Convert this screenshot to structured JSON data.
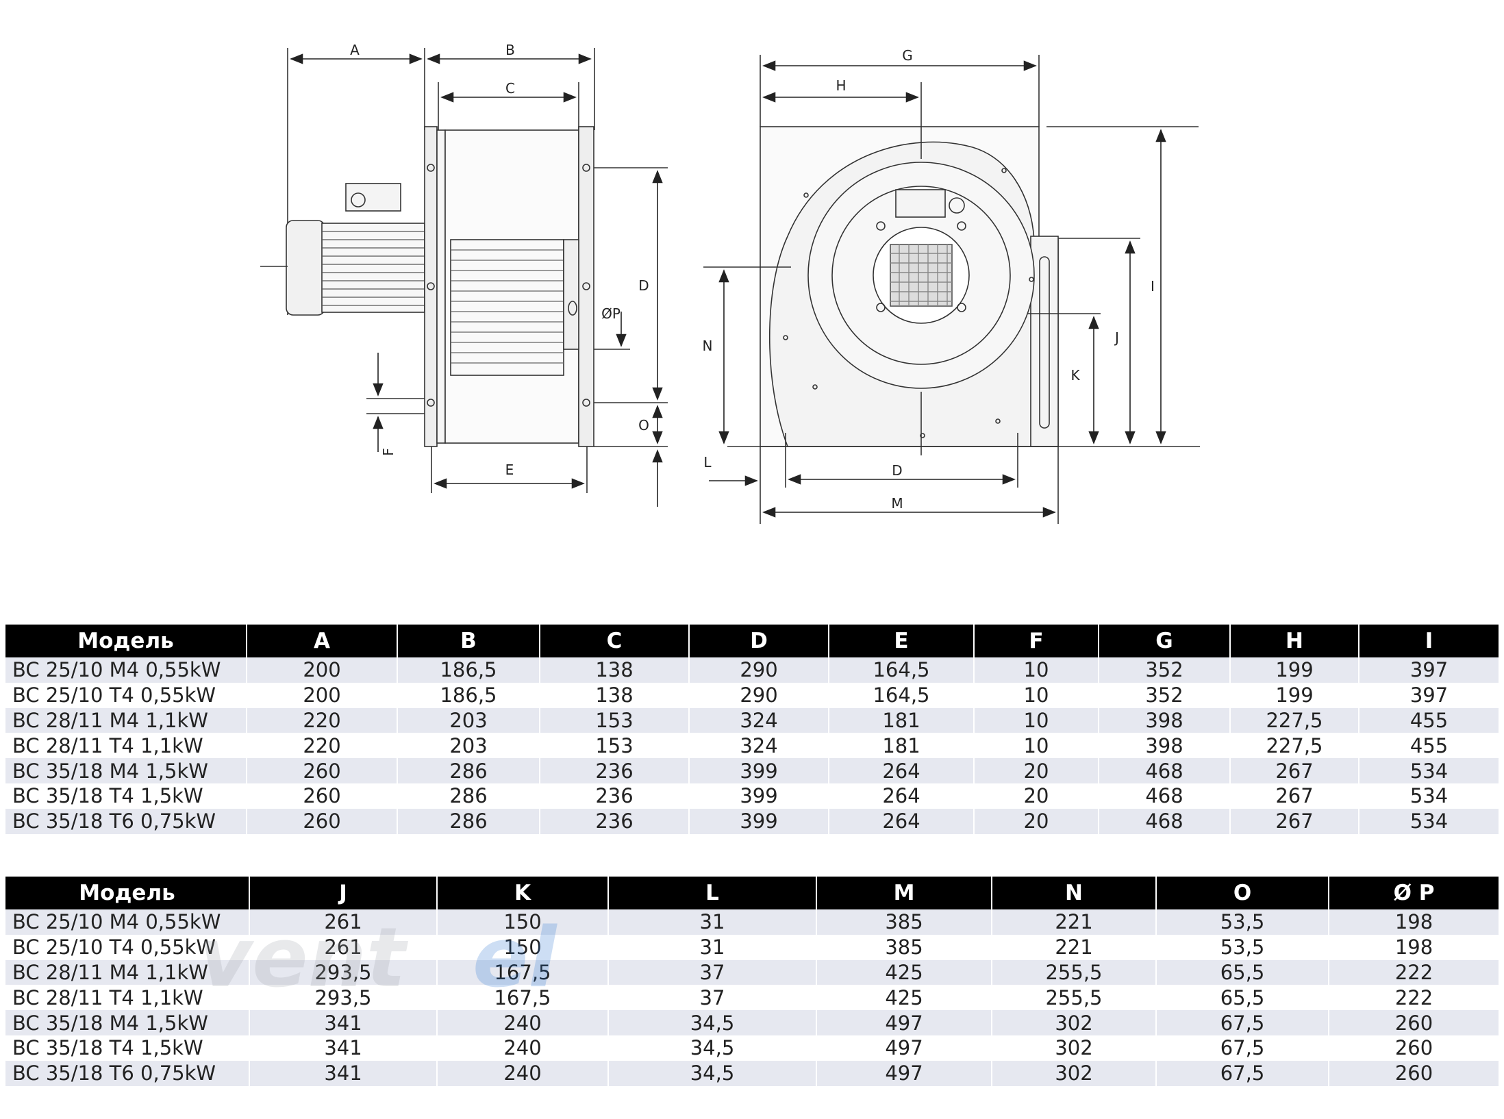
{
  "drawing": {
    "side_view_labels": [
      "A",
      "B",
      "C",
      "D",
      "ØP",
      "O",
      "F",
      "E"
    ],
    "front_view_labels": [
      "G",
      "H",
      "I",
      "J",
      "K",
      "N",
      "L",
      "D",
      "M"
    ]
  },
  "watermark": {
    "text_dark": "vent",
    "text_blue": "el",
    "blue": "#1f6fd1",
    "gray": "#9aa0a8"
  },
  "table1": {
    "headers": [
      "Модель",
      "A",
      "B",
      "C",
      "D",
      "E",
      "F",
      "G",
      "H",
      "I"
    ],
    "rows": [
      [
        "BC 25/10 M4 0,55kW",
        "200",
        "186,5",
        "138",
        "290",
        "164,5",
        "10",
        "352",
        "199",
        "397"
      ],
      [
        "BC 25/10 T4 0,55kW",
        "200",
        "186,5",
        "138",
        "290",
        "164,5",
        "10",
        "352",
        "199",
        "397"
      ],
      [
        "BC 28/11 M4 1,1kW",
        "220",
        "203",
        "153",
        "324",
        "181",
        "10",
        "398",
        "227,5",
        "455"
      ],
      [
        "BC 28/11 T4 1,1kW",
        "220",
        "203",
        "153",
        "324",
        "181",
        "10",
        "398",
        "227,5",
        "455"
      ],
      [
        "BC 35/18 M4 1,5kW",
        "260",
        "286",
        "236",
        "399",
        "264",
        "20",
        "468",
        "267",
        "534"
      ],
      [
        "BC 35/18 T4 1,5kW",
        "260",
        "286",
        "236",
        "399",
        "264",
        "20",
        "468",
        "267",
        "534"
      ],
      [
        "BC 35/18 T6 0,75kW",
        "260",
        "286",
        "236",
        "399",
        "264",
        "20",
        "468",
        "267",
        "534"
      ]
    ]
  },
  "table2": {
    "headers": [
      "Модель",
      "J",
      "K",
      "L",
      "M",
      "N",
      "O",
      "Ø P"
    ],
    "rows": [
      [
        "BC 25/10 M4 0,55kW",
        "261",
        "150",
        "31",
        "385",
        "221",
        "53,5",
        "198"
      ],
      [
        "BC 25/10 T4 0,55kW",
        "261",
        "150",
        "31",
        "385",
        "221",
        "53,5",
        "198"
      ],
      [
        "BC 28/11 M4 1,1kW",
        "293,5",
        "167,5",
        "37",
        "425",
        "255,5",
        "65,5",
        "222"
      ],
      [
        "BC 28/11 T4 1,1kW",
        "293,5",
        "167,5",
        "37",
        "425",
        "255,5",
        "65,5",
        "222"
      ],
      [
        "BC 35/18 M4 1,5kW",
        "341",
        "240",
        "34,5",
        "497",
        "302",
        "67,5",
        "260"
      ],
      [
        "BC 35/18 T4 1,5kW",
        "341",
        "240",
        "34,5",
        "497",
        "302",
        "67,5",
        "260"
      ],
      [
        "BC 35/18 T6 0,75kW",
        "341",
        "240",
        "34,5",
        "497",
        "302",
        "67,5",
        "260"
      ]
    ]
  }
}
